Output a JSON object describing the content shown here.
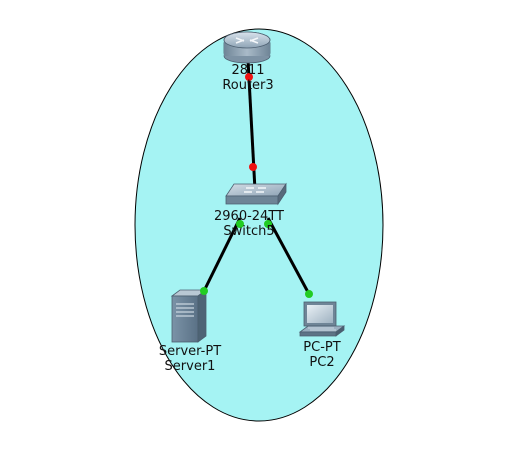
{
  "colors": {
    "cluster_fill": "#a5f3f3",
    "cluster_stroke": "#000000",
    "link": "#000000",
    "port_down": "#ee1111",
    "port_up": "#22cc22"
  },
  "devices": {
    "router": {
      "model": "2811",
      "name": "Router3",
      "icon": "router-icon"
    },
    "switch": {
      "model": "2960-24TT",
      "name": "Switch5",
      "icon": "switch-icon"
    },
    "server": {
      "model": "Server-PT",
      "name": "Server1",
      "icon": "server-icon"
    },
    "pc": {
      "model": "PC-PT",
      "name": "PC2",
      "icon": "pc-icon"
    }
  },
  "links": [
    {
      "from": "router",
      "to": "switch",
      "from_status": "down",
      "to_status": "down"
    },
    {
      "from": "switch",
      "to": "server",
      "from_status": "up",
      "to_status": "up"
    },
    {
      "from": "switch",
      "to": "pc",
      "from_status": "up",
      "to_status": "up"
    }
  ]
}
